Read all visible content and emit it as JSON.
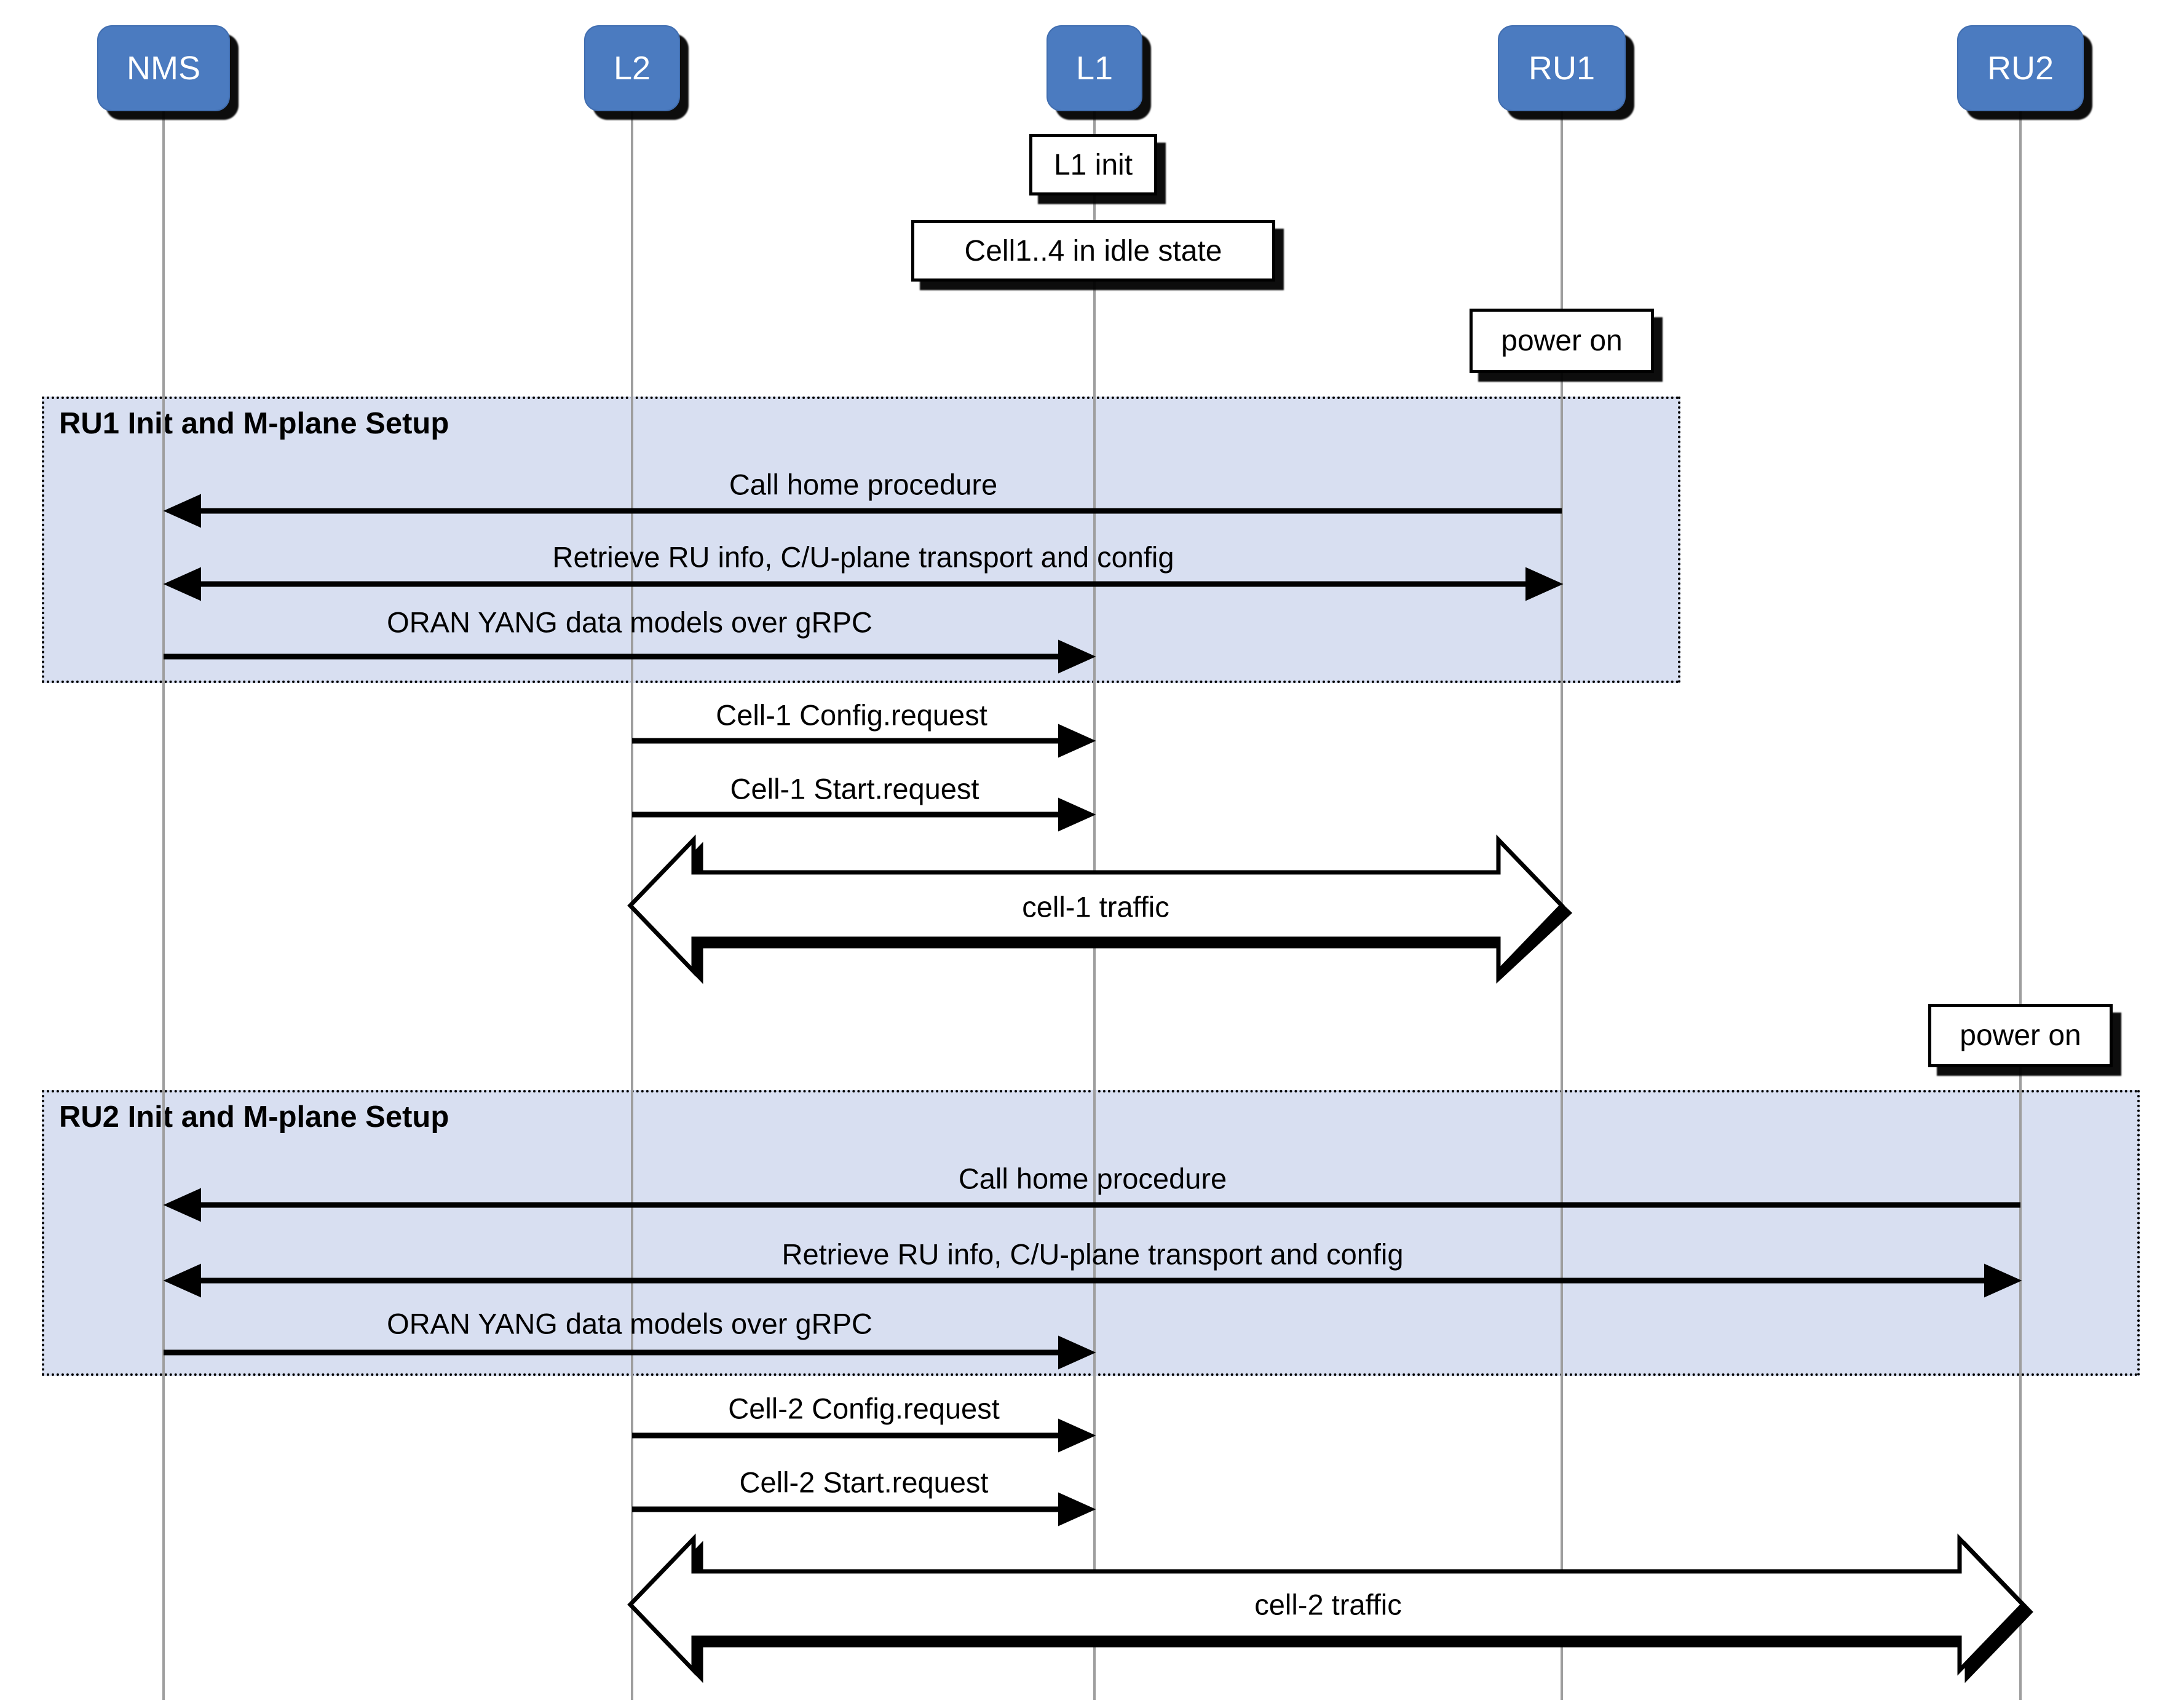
{
  "diagram_type": "sequence-diagram",
  "actors": [
    {
      "label": "NMS"
    },
    {
      "label": "L2"
    },
    {
      "label": "L1"
    },
    {
      "label": "RU1"
    },
    {
      "label": "RU2"
    }
  ],
  "notes": {
    "l1_init": "L1 init",
    "idle_state": "Cell1..4 in idle state",
    "power_on_ru1": "power on",
    "power_on_ru2": "power on"
  },
  "frames": {
    "ru1": {
      "title": "RU1 Init and M-plane Setup"
    },
    "ru2": {
      "title": "RU2 Init and M-plane Setup"
    }
  },
  "messages": {
    "call_home_1": {
      "label": "Call home procedure",
      "from": "RU1",
      "to": "NMS"
    },
    "retrieve_1": {
      "label": "Retrieve RU info, C/U-plane transport and config",
      "from": "NMS",
      "to": "RU1"
    },
    "oran_1": {
      "label": "ORAN YANG data models over gRPC",
      "from": "NMS",
      "to": "L1"
    },
    "cell1_config": {
      "label": "Cell-1 Config.request",
      "from": "L2",
      "to": "L1"
    },
    "cell1_start": {
      "label": "Cell-1 Start.request",
      "from": "L2",
      "to": "L1"
    },
    "traffic_1": {
      "label": "cell-1 traffic",
      "from": "L2",
      "to": "RU1"
    },
    "call_home_2": {
      "label": "Call home procedure",
      "from": "RU2",
      "to": "NMS"
    },
    "retrieve_2": {
      "label": "Retrieve RU info, C/U-plane transport and config",
      "from": "NMS",
      "to": "RU2"
    },
    "oran_2": {
      "label": "ORAN YANG data models over gRPC",
      "from": "NMS",
      "to": "L1"
    },
    "cell2_config": {
      "label": "Cell-2 Config.request",
      "from": "L2",
      "to": "L1"
    },
    "cell2_start": {
      "label": "Cell-2 Start.request",
      "from": "L2",
      "to": "L1"
    },
    "traffic_2": {
      "label": "cell-2 traffic",
      "from": "L2",
      "to": "RU2"
    }
  },
  "colors": {
    "actor_fill": "#4b7bc0",
    "actor_text": "#ffffff",
    "frame_fill": "#d8dff1",
    "note_fill": "#ffffff",
    "lifeline": "#9e9e9e",
    "line": "#000000",
    "shadow": "#000000",
    "background": "#ffffff"
  }
}
